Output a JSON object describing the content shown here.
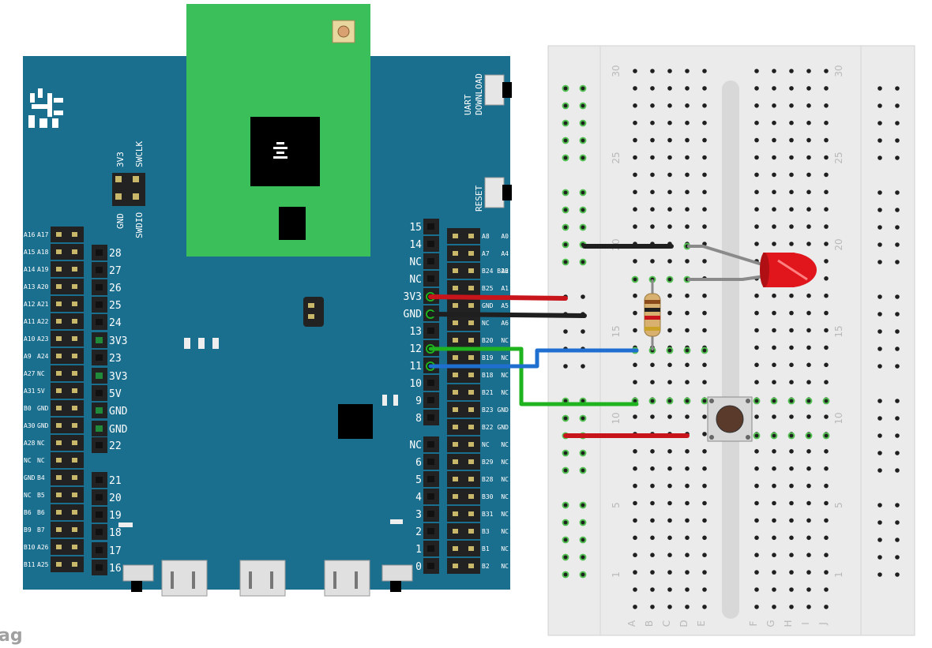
{
  "board": {
    "body_color": "#1a6e8e",
    "module_color": "#3bbf5b",
    "switch_labels": {
      "uart_download": [
        "UART",
        "DOWNLOAD"
      ],
      "reset": "RESET"
    },
    "swd_labels": {
      "top": [
        "3V3",
        "SWCLK"
      ],
      "bottom": [
        "GND",
        "SWDIO"
      ]
    },
    "left_header_pins": [
      [
        "A16",
        "A17"
      ],
      [
        "A15",
        "A18"
      ],
      [
        "A14",
        "A19"
      ],
      [
        "A13",
        "A20"
      ],
      [
        "A12",
        "A21"
      ],
      [
        "A11",
        "A22"
      ],
      [
        "A10",
        "A23"
      ],
      [
        "A9",
        "A24"
      ],
      [
        "A27",
        "NC"
      ],
      [
        "A31",
        "5V"
      ],
      [
        "B0",
        "GND"
      ],
      [
        "A30",
        "GND"
      ],
      [
        "A28",
        "NC"
      ],
      [
        "NC",
        "NC"
      ],
      [
        "GND",
        "B4"
      ],
      [
        "NC",
        "B5"
      ],
      [
        "B6",
        "B6"
      ],
      [
        "B9",
        "B7"
      ],
      [
        "B10",
        "A26"
      ],
      [
        "B11",
        "A25"
      ]
    ],
    "left_inner_labels": [
      "28",
      "27",
      "26",
      "25",
      "24",
      "3V3",
      "23",
      "3V3",
      "5V",
      "GND",
      "GND",
      "22",
      "",
      "21",
      "20",
      "19",
      "18",
      "17",
      "16"
    ],
    "right_inner_labels": [
      "15",
      "14",
      "NC",
      "NC",
      "3V3",
      "GND",
      "13",
      "12",
      "11",
      "10",
      "9",
      "8",
      "NC",
      "6",
      "5",
      "4",
      "3",
      "2",
      "1",
      "0"
    ],
    "right_header_pins": [
      [
        "A8",
        "A0"
      ],
      [
        "A7",
        "A4"
      ],
      [
        "B24 B26",
        "A2"
      ],
      [
        "B25",
        "A1"
      ],
      [
        "GND",
        "A5"
      ],
      [
        "NC",
        "A6"
      ],
      [
        "B20",
        "NC"
      ],
      [
        "B19",
        "NC"
      ],
      [
        "B18",
        "NC"
      ],
      [
        "B21",
        "NC"
      ],
      [
        "B23",
        "GND"
      ],
      [
        "B22",
        "GND"
      ],
      [
        "NC",
        "NC"
      ],
      [
        "B29",
        "NC"
      ],
      [
        "B28",
        "NC"
      ],
      [
        "B30",
        "NC"
      ],
      [
        "B31",
        "NC"
      ],
      [
        "B3",
        "NC"
      ],
      [
        "B1",
        "NC"
      ],
      [
        "B2",
        "NC"
      ]
    ]
  },
  "breadboard": {
    "row_numbers": [
      "30",
      "25",
      "20",
      "15",
      "10",
      "5",
      "1"
    ],
    "column_letters": [
      "A",
      "B",
      "C",
      "D",
      "E",
      "F",
      "G",
      "H",
      "I",
      "J"
    ]
  },
  "components": {
    "led": "red LED",
    "resistor": "resistor",
    "button": "push button"
  },
  "wire_colors": {
    "red": "#c8151b",
    "black": "#1f1f1f",
    "green": "#1fb31f",
    "blue": "#1f6fd1",
    "gray": "#8a8a8a"
  },
  "watermark": "ag"
}
